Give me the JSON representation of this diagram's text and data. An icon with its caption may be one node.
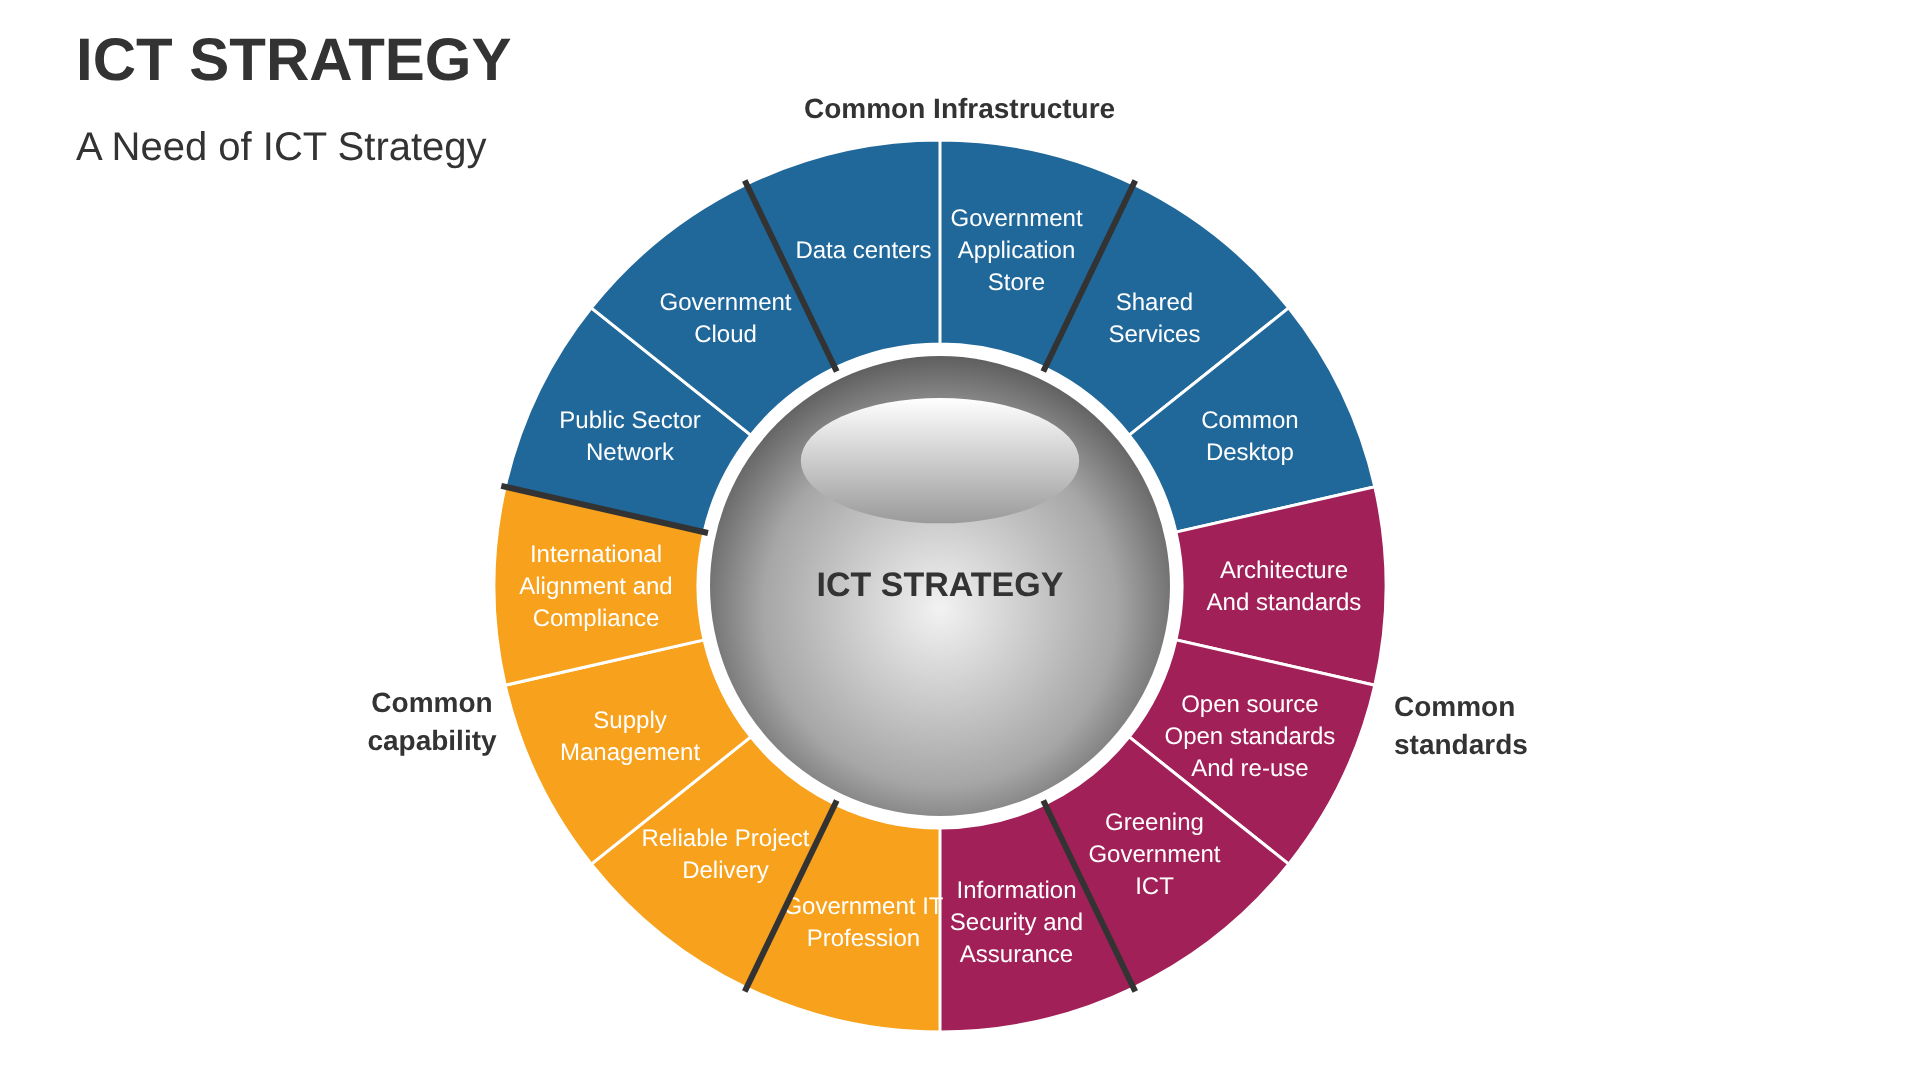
{
  "diagram": {
    "title": "ICT STRATEGY",
    "nodes": [
      {
        "text": [
          "ICT STRATEGY"
        ]
      },
      {
        "text": [
          "Government Application Store"
        ]
      },
      {
        "text": [
          "Shared Services"
        ]
      },
      {
        "text": [
          "Common Desktop"
        ]
      },
      {
        "text": [
          "Architecture And standards"
        ]
      },
      {
        "text": [
          "Open source Open standards And re-use"
        ]
      },
      {
        "text": [
          "Greening Government ICT"
        ]
      },
      {
        "text": [
          "Information Security and Assurance"
        ]
      },
      {
        "text": [
          "Government IT Profession"
        ]
      },
      {
        "text": [
          "Reliable Project Delivery"
        ]
      },
      {
        "text": [
          "Supply Management"
        ]
      },
      {
        "text": [
          "International Alignment and Compliance"
        ]
      },
      {
        "text": [
          "Public Sector Network"
        ]
      },
      {
        "text": [
          "Government Cloud"
        ]
      },
      {
        "text": [
          "Data centers"
        ]
      }
    ],
    "labels": [
      "A Need of ICT Strategy",
      "Common Infrastructure",
      "Common standards",
      "Common capability"
    ]
  }
}
